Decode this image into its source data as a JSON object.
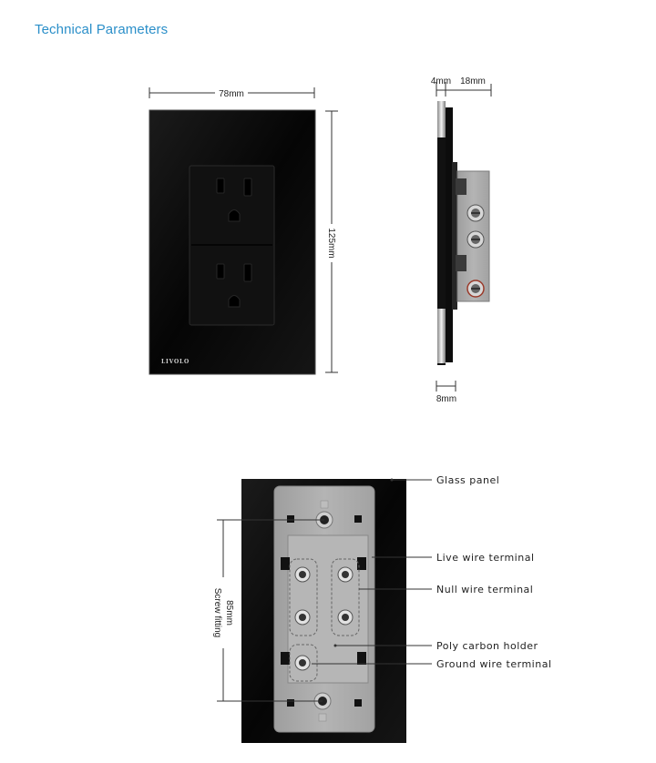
{
  "page": {
    "title": "Technical Parameters"
  },
  "front_view": {
    "width_label": "78mm",
    "height_label": "125mm",
    "brand": "LIVOLO"
  },
  "side_view": {
    "glass_label": "4mm",
    "depth_label": "18mm",
    "bottom_label": "8mm"
  },
  "back_view": {
    "screw_label": "85mm",
    "screw_sublabel": "Screw fitting",
    "callouts": {
      "glass_panel": "Glass panel",
      "live_wire": "Live wire terminal",
      "null_wire": "Null wire terminal",
      "poly_carbon": "Poly carbon holder",
      "ground_wire": "Ground wire terminal"
    }
  },
  "colors": {
    "title": "#2b8fc9",
    "panel": "#0a0a0a",
    "module": "#a9a9a9"
  }
}
